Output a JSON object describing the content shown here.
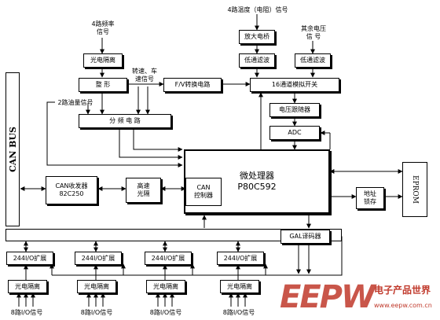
{
  "inputs": {
    "freq_signal": "4路频率\n信号",
    "temp_signal": "4路温度（电阻）信号",
    "other_voltage": "其余电压\n信 号",
    "speed_signal": "转速、车\n速信号",
    "oil_signal": "2路油量信号"
  },
  "blocks": {
    "opto_top": "光电隔离",
    "shaping": "整 形",
    "fv": "F/V转换电路",
    "divider": "分 频 电 路",
    "amp_bridge": "放大电桥",
    "lpf1": "低通滤波",
    "lpf2": "低通滤波",
    "mux": "16通道模拟开关",
    "follower": "电压跟随器",
    "adc": "ADC",
    "mcu_line1": "微处理器",
    "mcu_line2": "P80C592",
    "can_ctrl": "CAN\n控制器",
    "can_transceiver": "CAN收发器\n82C250",
    "hs_opto": "高速\n光隔",
    "addr_latch": "地址\n锁存",
    "eprom": "EPROM",
    "gal": "GAL译码器",
    "can_bus": "CAN BUS"
  },
  "io_expanders": [
    "244I/O扩展",
    "244I/O扩展",
    "244I/O扩展",
    "244I/O扩展"
  ],
  "io_optos": [
    "光电隔离",
    "光电隔离",
    "光电隔离",
    "光电隔离"
  ],
  "io_signals": [
    "8路I/O信号",
    "8路I/O信号",
    "8路I/O信号",
    "8路I/O信号"
  ],
  "watermark": {
    "logo": "EEPW",
    "cn": "电子产品世界",
    "url": "www.eepw.com.cn",
    "color": "#c0392b"
  }
}
